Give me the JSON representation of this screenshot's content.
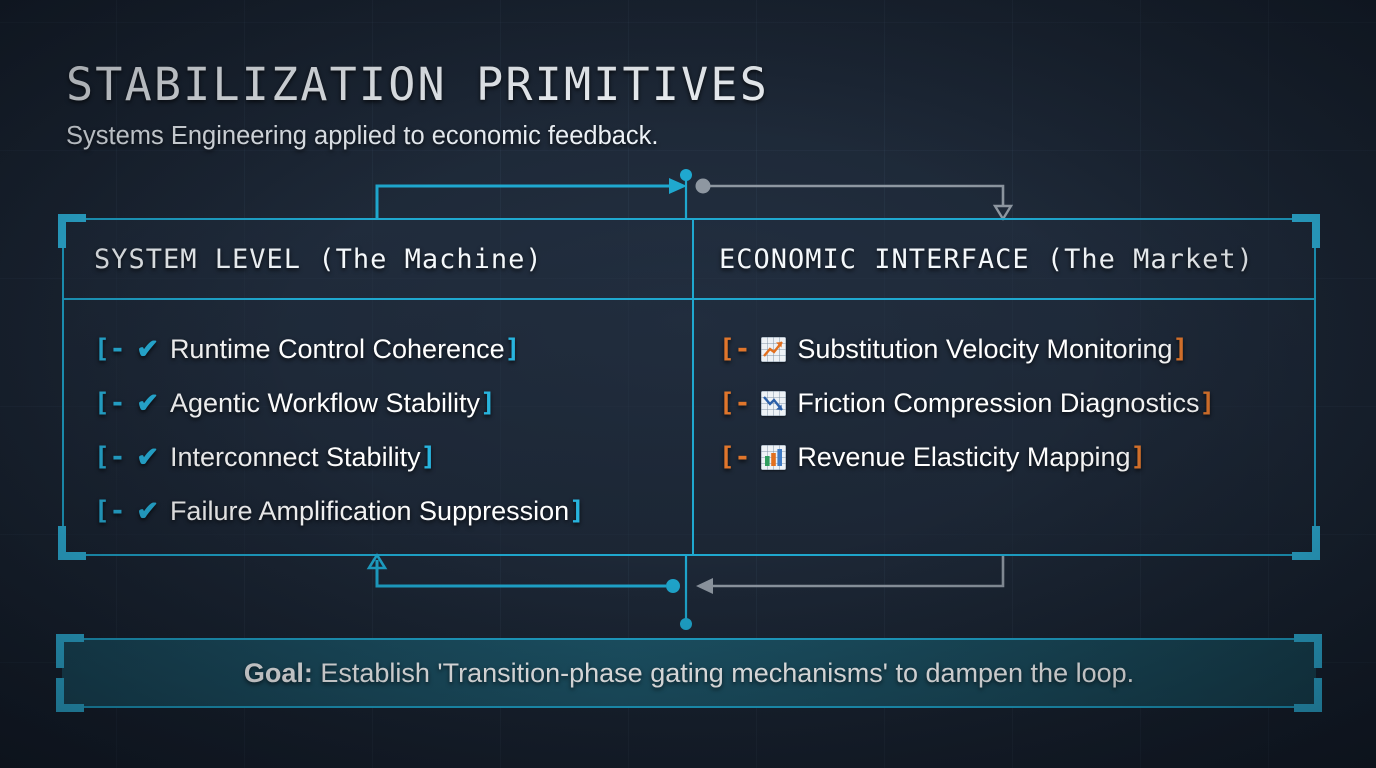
{
  "header": {
    "title": "STABILIZATION PRIMITIVES",
    "subtitle": "Systems Engineering applied to economic feedback."
  },
  "colors": {
    "accent_cyan": "#1fa8cf",
    "bracket_cyan": "#2fb7e0",
    "marker_orange": "#e0762c",
    "background": "#1b2533",
    "panel_fill": "#212d3e",
    "goal_fill": "#1d5568",
    "text": "#ffffff",
    "wire_gray": "#8e97a1"
  },
  "panel": {
    "left_column": {
      "header": "SYSTEM LEVEL (The Machine)",
      "marker_open": "[-",
      "marker_close": "]",
      "items": [
        {
          "icon": "check-icon",
          "label": "Runtime Control Coherence"
        },
        {
          "icon": "check-icon",
          "label": "Agentic Workflow Stability"
        },
        {
          "icon": "check-icon",
          "label": "Interconnect Stability"
        },
        {
          "icon": "check-icon",
          "label": "Failure Amplification Suppression"
        }
      ]
    },
    "right_column": {
      "header": "ECONOMIC INTERFACE (The Market)",
      "marker_open": "[-",
      "marker_close": "]",
      "items": [
        {
          "icon": "chart-increasing-icon",
          "label": "Substitution Velocity Monitoring"
        },
        {
          "icon": "chart-decreasing-icon",
          "label": "Friction Compression Diagnostics"
        },
        {
          "icon": "bar-chart-icon",
          "label": "Revenue Elasticity Mapping"
        }
      ]
    }
  },
  "goal": {
    "prefix": "Goal:",
    "text": " Establish 'Transition-phase gating mechanisms' to dampen the loop."
  },
  "connectors": {
    "top": {
      "forward": "cyan-arrow-right",
      "feedback": "gray-arrow-down"
    },
    "bottom": {
      "forward": "gray-arrow-left",
      "feedback": "cyan-arrow-up"
    }
  }
}
